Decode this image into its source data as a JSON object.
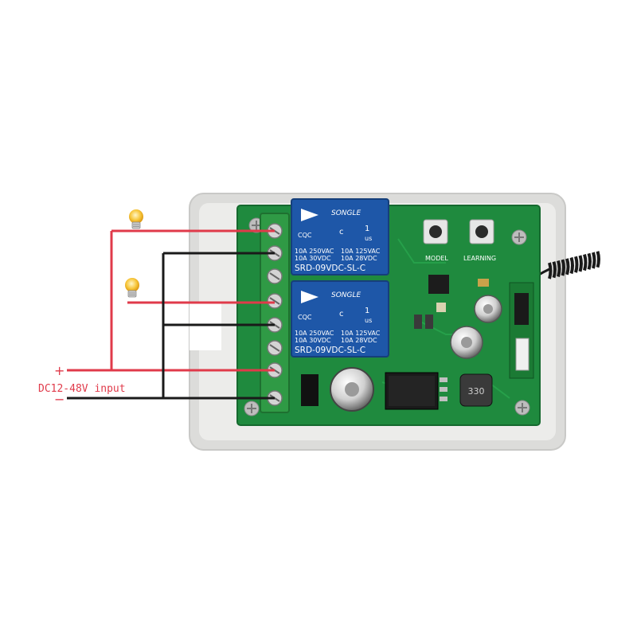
{
  "diagram": {
    "power_label": "DC12-48V input",
    "plus_sign": "+",
    "minus_sign": "−",
    "relay_brand": "SONGLE",
    "relay_model": "SRD-09VDC-SL-C",
    "relay_rating_left_1": "10A 250VAC",
    "relay_rating_left_2": "10A 30VDC",
    "relay_rating_right_1": "10A 125VAC",
    "relay_rating_right_2": "10A 28VDC",
    "relay_cert_c": "c",
    "relay_cert_us": "us",
    "relay_cert_num": "1",
    "relay_cqc": "CQC",
    "button_model_label": "MODEL",
    "button_learning_label": "LEARNING",
    "inductor_label": "330"
  },
  "colors": {
    "wire_red": "#e03a4a",
    "wire_black": "#1a1a1a",
    "pcb_green": "#1f8a3e",
    "relay_blue": "#1e57a8",
    "terminal_green": "#2f9a45",
    "enclosure": "#e8e8e6",
    "bulb": "#f5b820"
  },
  "icons": [
    "light-bulb-icon"
  ]
}
